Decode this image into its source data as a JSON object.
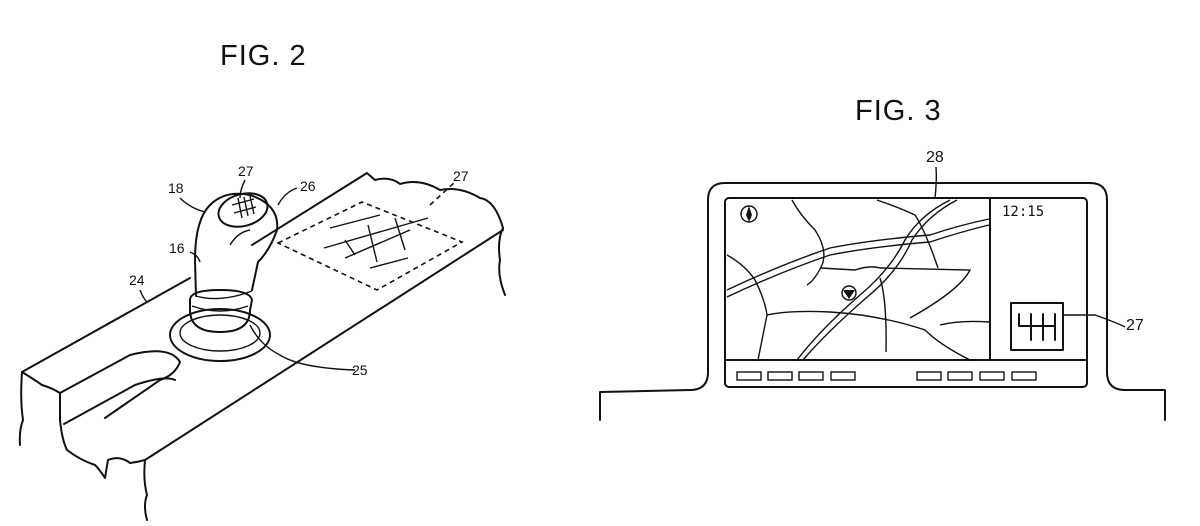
{
  "figures": [
    {
      "title": "FIG. 2",
      "reference_labels": [
        "27",
        "26",
        "18",
        "16",
        "24",
        "25",
        "27"
      ]
    },
    {
      "title": "FIG. 3",
      "reference_labels": [
        "28",
        "27"
      ],
      "screen": {
        "clock": "12:15"
      }
    }
  ]
}
